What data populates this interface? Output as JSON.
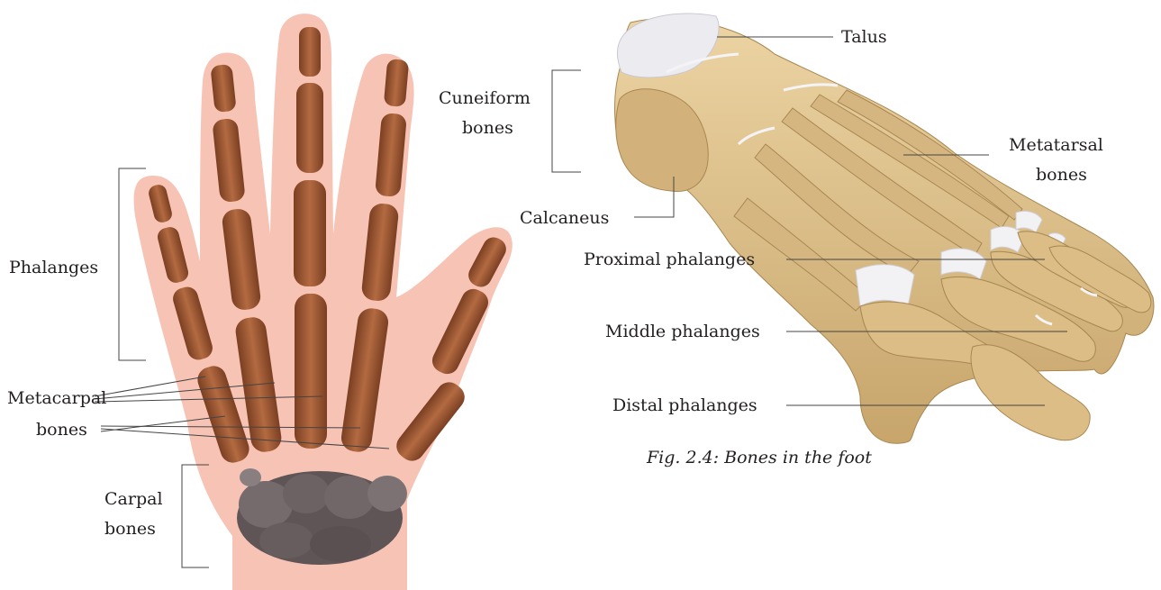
{
  "hand_figure": {
    "labels": {
      "phalanges": "Phalanges",
      "metacarpal_line1": "Metacarpal",
      "metacarpal_line2": "bones",
      "carpal_line1": "Carpal",
      "carpal_line2": "bones"
    },
    "colors": {
      "skin": "#f6c3b4",
      "bone": "#a8603a",
      "bone_dark": "#7a3f22",
      "carpal": "#6b6163"
    }
  },
  "foot_figure": {
    "labels": {
      "talus": "Talus",
      "cuneiform_line1": "Cuneiform",
      "cuneiform_line2": "bones",
      "metatarsal_line1": "Metatarsal",
      "metatarsal_line2": "bones",
      "calcaneus": "Calcaneus",
      "proximal_phalanges": "Proximal phalanges",
      "middle_phalanges": "Middle phalanges",
      "distal_phalanges": "Distal phalanges"
    },
    "caption": "Fig. 2.4: Bones in the foot",
    "colors": {
      "bone": "#e2c793",
      "bone_shade": "#b8965e",
      "cartilage": "#f2f2f4"
    }
  }
}
